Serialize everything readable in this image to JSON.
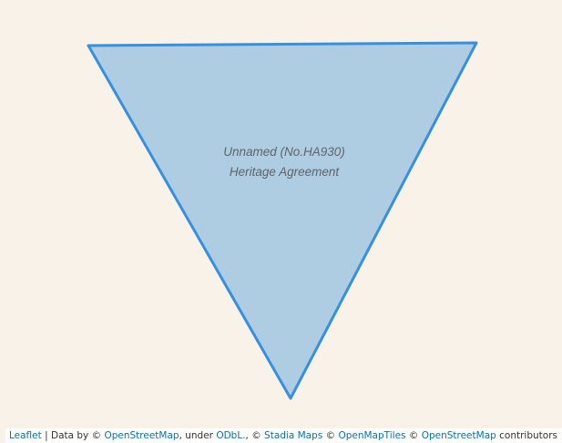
{
  "map": {
    "background_color": "#f9f2e8",
    "feature": {
      "name": "Unnamed (No.HA930)",
      "type": "Heritage Agreement",
      "fill_color": "#aecde2",
      "stroke_color": "#3690e0"
    }
  },
  "attribution": {
    "leaflet": "Leaflet",
    "sep": " | Data by © ",
    "osm1": "OpenStreetMap",
    "under": ", under ",
    "odbl": "ODbL.",
    "c1": ", © ",
    "stadia": "Stadia Maps",
    "c2": " © ",
    "omt": "OpenMapTiles",
    "c3": " © ",
    "osm2": "OpenStreetMap",
    "contributors": " contributors"
  }
}
